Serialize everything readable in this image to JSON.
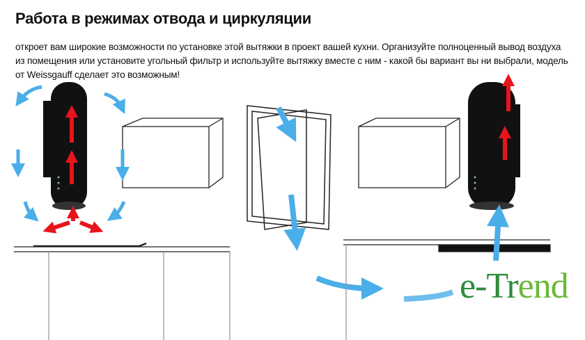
{
  "heading": "Работа в режимах отвода и циркуляции",
  "description": "откроет вам широкие возможности по установке этой вытяжки в проект вашей кухни. Организуйте полноценный вывод воздуха из помещения или установите угольный фильтр и используйте вытяжку вместе с ним - какой бы вариант вы ни выбрали, модель от Weissgauff сделает это возможным!",
  "logo": {
    "text_a": "e-Tr",
    "text_b": "end"
  },
  "colors": {
    "airflow_blue": "#4aaee8",
    "airflow_red": "#e8141c",
    "logo_green": "#2e8b3a"
  }
}
